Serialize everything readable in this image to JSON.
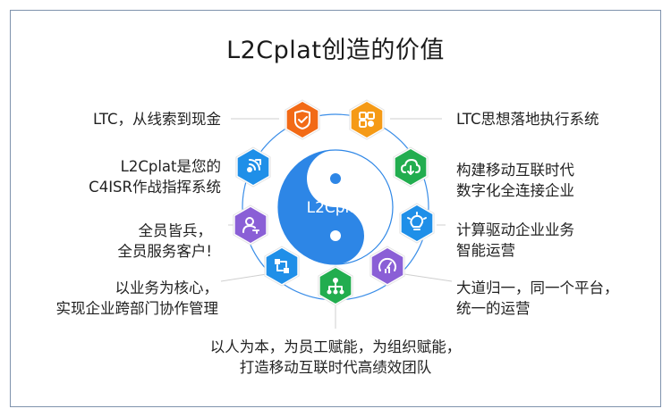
{
  "title": "L2Cplat创造的价值",
  "center_label": "L2Cplat",
  "colors": {
    "frame": "#7f93ad",
    "ring": "#3b8ee8",
    "yin": "#2d86e6",
    "yang": "#ffffff",
    "connector": "#cfcfcf"
  },
  "nodes": [
    {
      "id": "ltc-cash",
      "color": "#f26a16",
      "icon": "shield-check-icon",
      "lines": [
        "LTC，从线索到现金"
      ]
    },
    {
      "id": "c4isr",
      "color": "#1f8fe8",
      "icon": "signal-arrow-icon",
      "lines": [
        "L2Cplat是您的",
        "C4ISR作战指挥系统"
      ]
    },
    {
      "id": "soldier",
      "color": "#8a5fd6",
      "icon": "user-key-icon",
      "lines": [
        "全员皆兵，",
        "全员服务客户!"
      ]
    },
    {
      "id": "business-core",
      "color": "#1f8fe8",
      "icon": "flow-icon",
      "lines": [
        "以业务为核心，",
        "实现企业跨部门协作管理"
      ]
    },
    {
      "id": "empower",
      "color": "#22ad4f",
      "icon": "org-chart-icon",
      "lines": [
        "以人为本，为员工赋能，为组织赋能，",
        "打造移动互联时代高绩效团队"
      ]
    },
    {
      "id": "unified",
      "color": "#8a5fd6",
      "icon": "gauge-icon",
      "lines": [
        "大道归一，同一个平台，",
        "统一的运营"
      ]
    },
    {
      "id": "smart-ops",
      "color": "#1f8fe8",
      "icon": "lightbulb-icon",
      "lines": [
        "计算驱动企业业务",
        "智能运营"
      ]
    },
    {
      "id": "mobile-connect",
      "color": "#22ad4f",
      "icon": "cloud-icon",
      "lines": [
        "构建移动互联时代",
        "数字化全连接企业"
      ]
    },
    {
      "id": "ltc-execution",
      "color": "#f59a16",
      "icon": "share-app-icon",
      "lines": [
        "LTC思想落地执行系统"
      ]
    }
  ]
}
